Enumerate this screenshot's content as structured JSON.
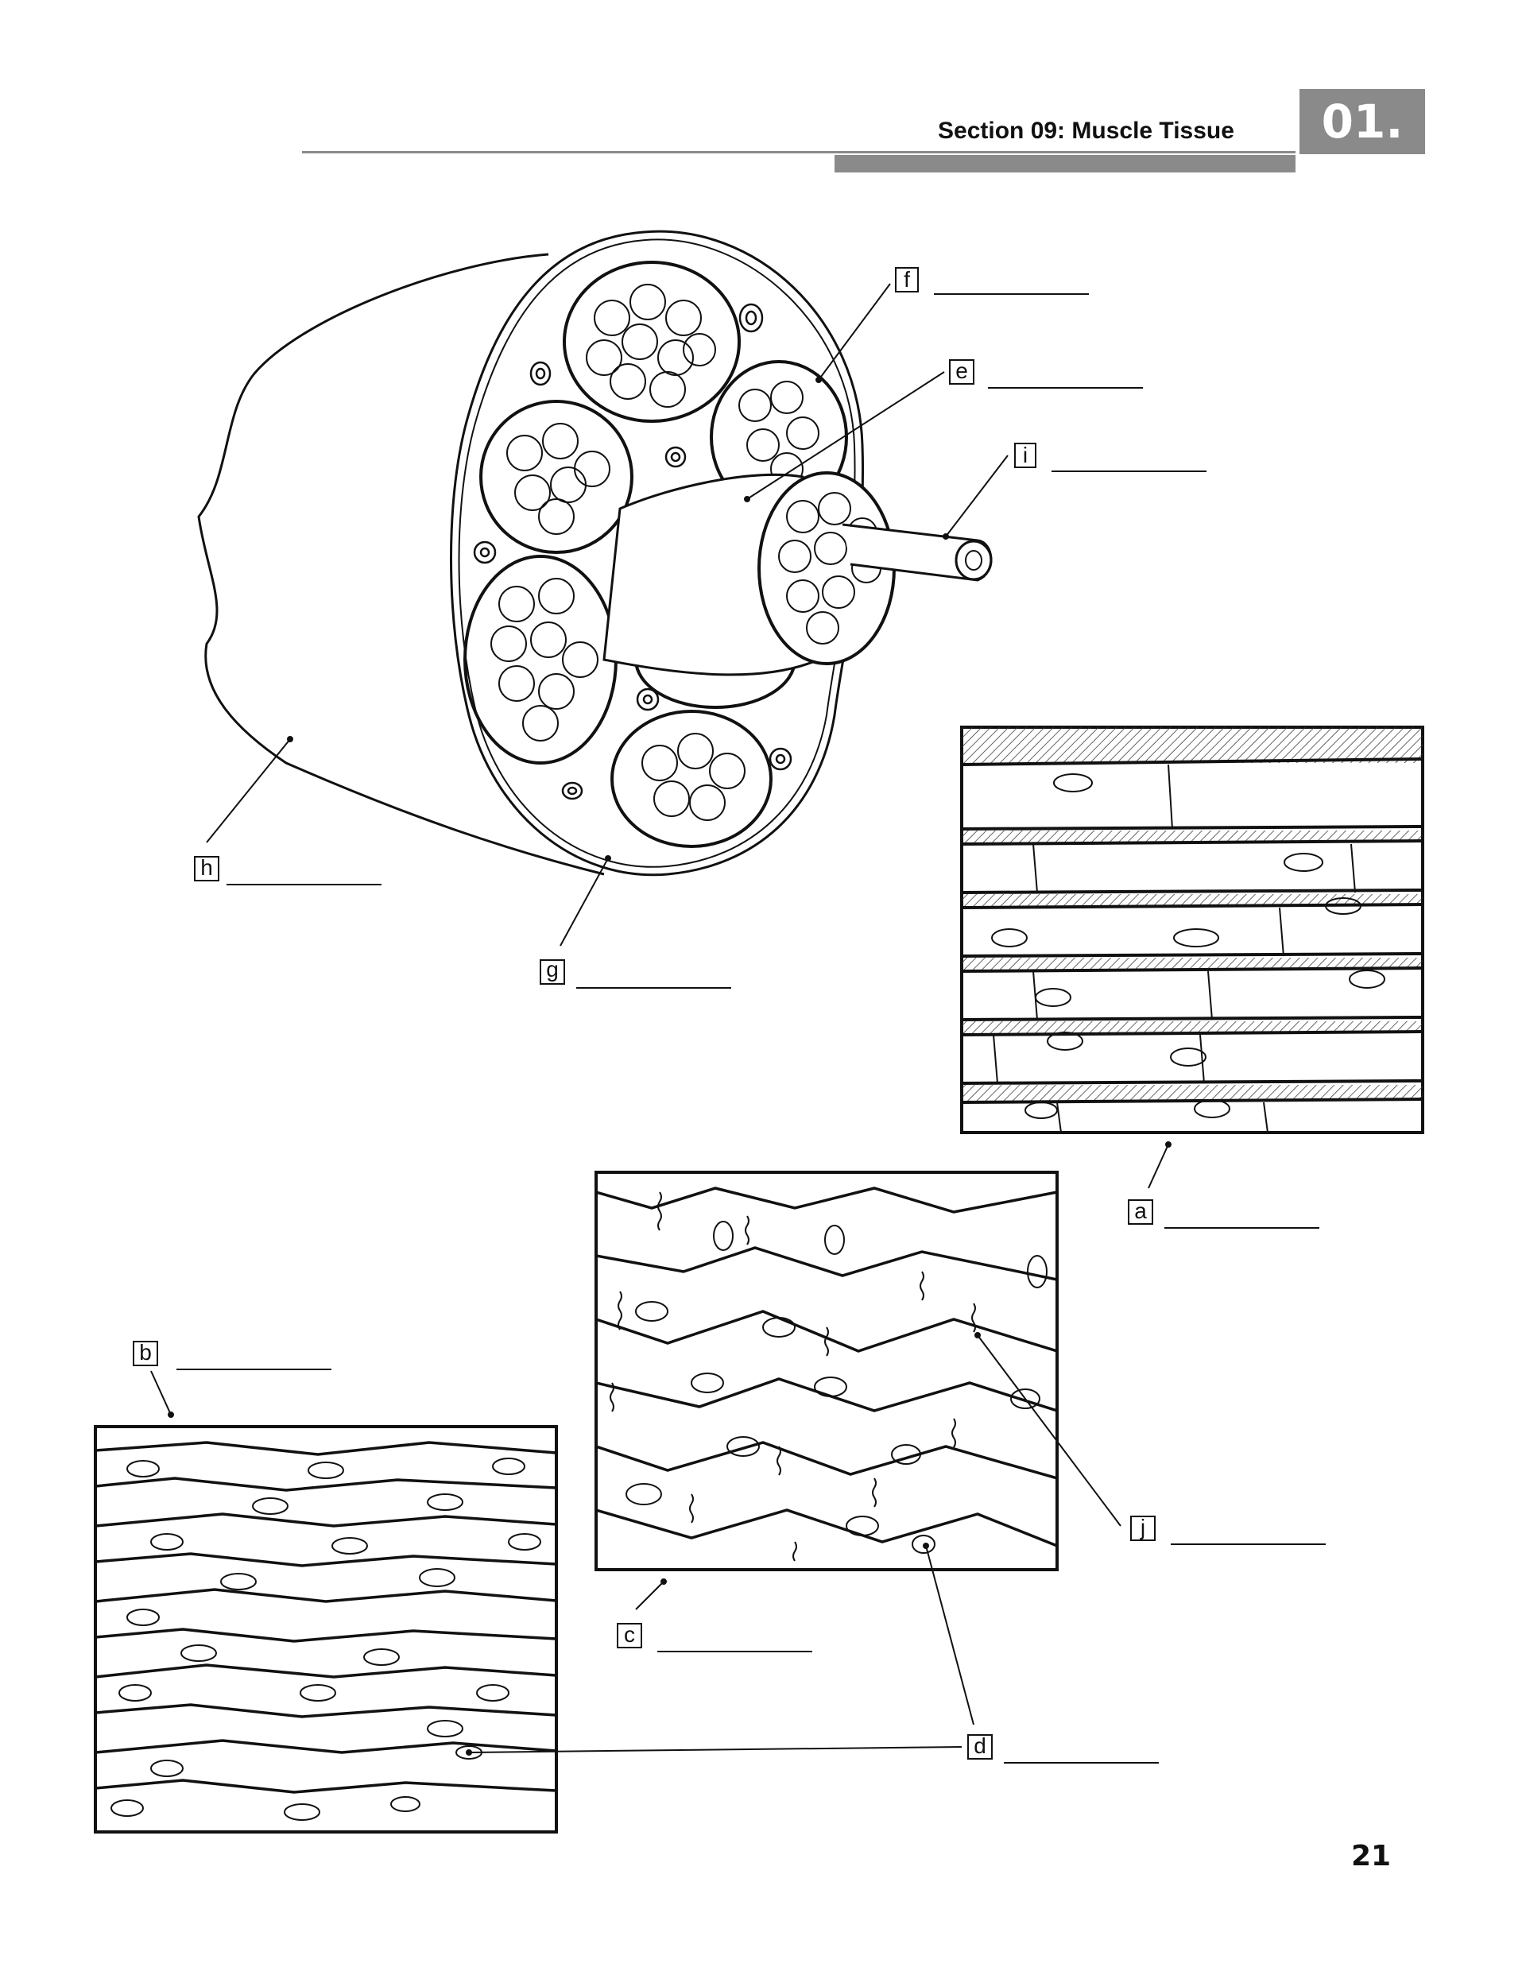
{
  "header": {
    "section_title": "Section 09: Muscle Tissue",
    "tab_number": "01."
  },
  "page_number": "21",
  "labels": {
    "a": "a",
    "b": "b",
    "c": "c",
    "d": "d",
    "e": "e",
    "f": "f",
    "g": "g",
    "h": "h",
    "i": "i",
    "j": "j"
  },
  "colors": {
    "header_gray": "#8a8a8a",
    "ink": "#111111"
  }
}
